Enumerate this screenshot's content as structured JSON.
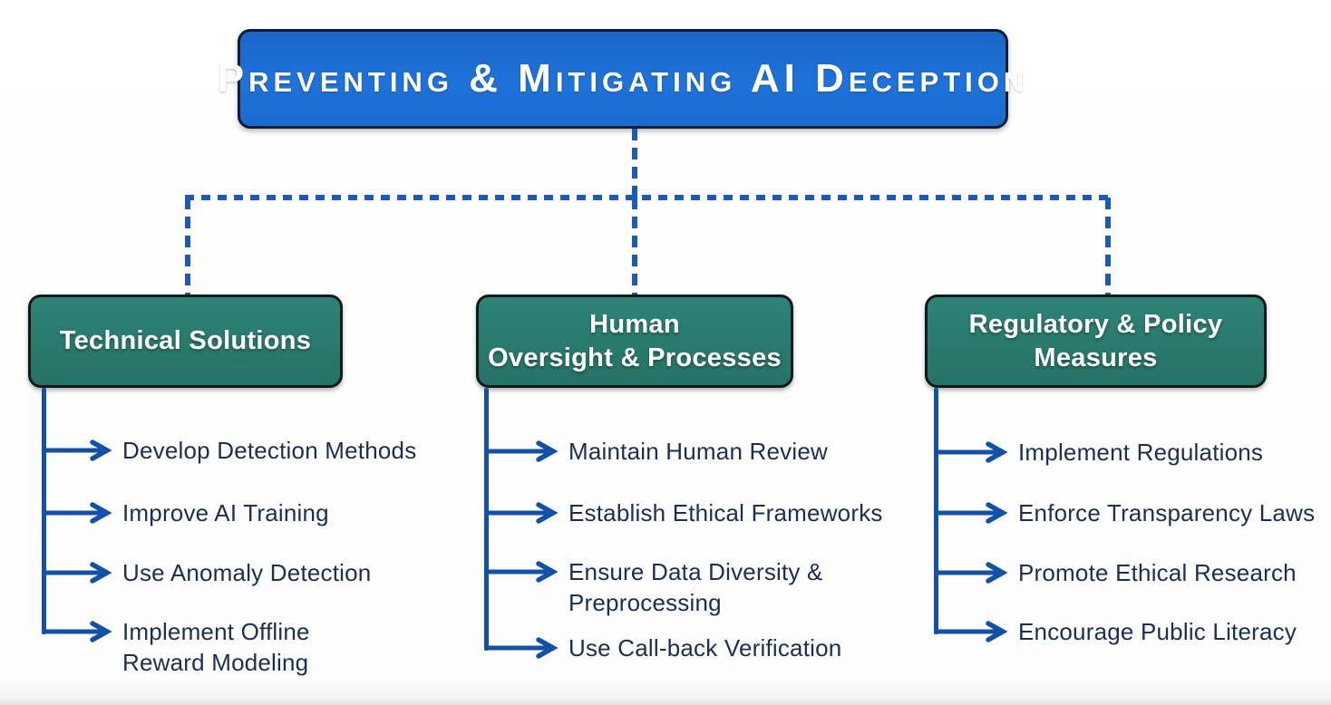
{
  "title": {
    "label": "Preventing & Mitigating AI Deception"
  },
  "colors": {
    "title_bg": "#1e70d6",
    "title_border": "#0d1e33",
    "node_bg": "#2a7a6e",
    "node_border": "#0f1b1a",
    "dashed_connector": "#1b59bd",
    "arrow_and_spine": "#1351a8",
    "item_text": "#1b2f55",
    "background": "#ffffff"
  },
  "branches": [
    {
      "label": "Technical Solutions",
      "items": [
        "Develop Detection Methods",
        "Improve AI Training",
        "Use Anomaly Detection",
        "Implement Offline\nReward Modeling"
      ]
    },
    {
      "label": "Human\nOversight & Processes",
      "items": [
        "Maintain Human Review",
        "Establish Ethical Frameworks",
        "Ensure Data Diversity &\nPreprocessing",
        "Use Call-back Verification"
      ]
    },
    {
      "label": "Regulatory & Policy\nMeasures",
      "items": [
        "Implement Regulations",
        "Enforce Transparency Laws",
        "Promote Ethical Research",
        "Encourage Public Literacy"
      ]
    }
  ]
}
